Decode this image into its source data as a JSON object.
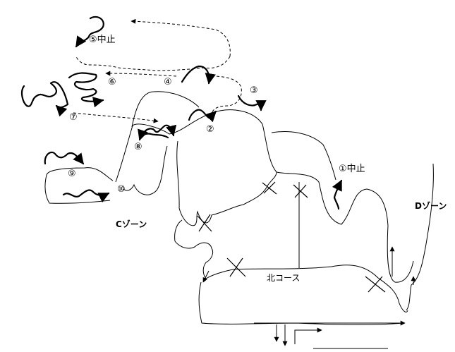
{
  "zones": {
    "c_zone": "Cゾーン",
    "d_zone": "Dゾーン"
  },
  "course": {
    "north": "北コース"
  },
  "points": [
    {
      "id": "p1",
      "label": "①中止"
    },
    {
      "id": "p2",
      "label": "②"
    },
    {
      "id": "p3",
      "label": "③"
    },
    {
      "id": "p4",
      "label": "④"
    },
    {
      "id": "p5",
      "label": "⑤中止"
    },
    {
      "id": "p6",
      "label": "⑥"
    },
    {
      "id": "p7",
      "label": "⑦"
    },
    {
      "id": "p8",
      "label": "⑧"
    },
    {
      "id": "p9",
      "label": "⑨"
    },
    {
      "id": "p10",
      "label": "⑩"
    }
  ],
  "colors": {
    "ink": "#000000",
    "background": "#ffffff"
  }
}
